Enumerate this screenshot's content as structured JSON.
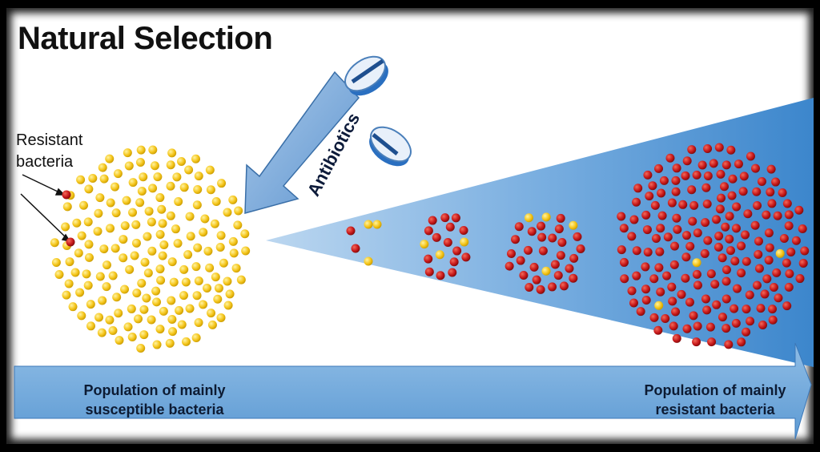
{
  "title": "Natural Selection",
  "resistant_label": [
    "Resistant",
    "bacteria"
  ],
  "antibiotics_label": "Antibiotics",
  "left_caption": [
    "Population of mainly",
    "susceptible bacteria"
  ],
  "right_caption": [
    "Population of mainly",
    "resistant bacteria"
  ],
  "colors": {
    "susceptible": "#f2c41b",
    "resistant": "#c41a1a",
    "arrow_blue": "#5b9bd5",
    "cone_blue": "#4a8fd0"
  }
}
